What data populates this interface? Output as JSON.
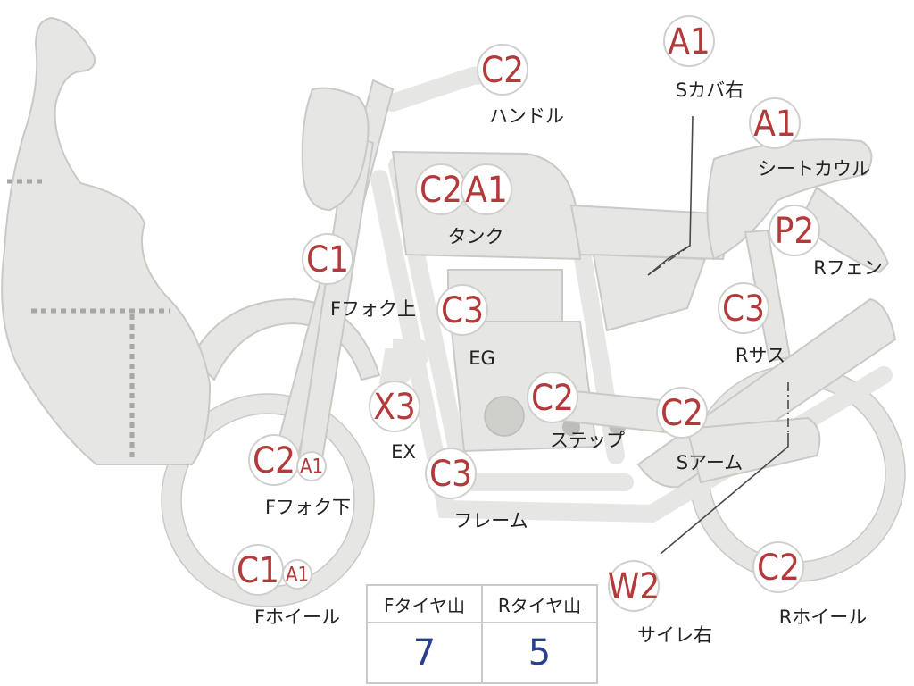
{
  "colors": {
    "grade_text": "#b23a3a",
    "tire_value": "#2b3f8f",
    "part_fill": "#e6e6e4"
  },
  "parts": [
    {
      "id": "s-cover-right",
      "grades": [
        {
          "g": "A1",
          "size": "large"
        }
      ],
      "label": "Sカバ右"
    },
    {
      "id": "handle",
      "grades": [
        {
          "g": "C2",
          "size": "large"
        }
      ],
      "label": "ハンドル"
    },
    {
      "id": "seat-cowl",
      "grades": [
        {
          "g": "A1",
          "size": "large"
        }
      ],
      "label": "シートカウル"
    },
    {
      "id": "tank",
      "grades": [
        {
          "g": "C2",
          "size": "large"
        },
        {
          "g": "A1",
          "size": "large"
        }
      ],
      "label": "タンク"
    },
    {
      "id": "r-fender",
      "grades": [
        {
          "g": "P2",
          "size": "large"
        }
      ],
      "label": "Rフェン"
    },
    {
      "id": "f-fork-upper",
      "grades": [
        {
          "g": "C1",
          "size": "large"
        }
      ],
      "label": "Fフォク上"
    },
    {
      "id": "engine",
      "grades": [
        {
          "g": "C3",
          "size": "large"
        }
      ],
      "label": "EG"
    },
    {
      "id": "r-suspension",
      "grades": [
        {
          "g": "C3",
          "size": "large"
        }
      ],
      "label": "Rサス"
    },
    {
      "id": "exhaust",
      "grades": [
        {
          "g": "X3",
          "size": "large"
        }
      ],
      "label": "EX"
    },
    {
      "id": "step",
      "grades": [
        {
          "g": "C2",
          "size": "large"
        }
      ],
      "label": "ステップ"
    },
    {
      "id": "swing-arm",
      "grades": [
        {
          "g": "C2",
          "size": "large"
        }
      ],
      "label": "Sアーム"
    },
    {
      "id": "f-fork-lower",
      "grades": [
        {
          "g": "C2",
          "size": "large"
        },
        {
          "g": "A1",
          "size": "small"
        }
      ],
      "label": "Fフォク下"
    },
    {
      "id": "frame",
      "grades": [
        {
          "g": "C3",
          "size": "large"
        }
      ],
      "label": "フレーム"
    },
    {
      "id": "f-wheel",
      "grades": [
        {
          "g": "C1",
          "size": "large"
        },
        {
          "g": "A1",
          "size": "small"
        }
      ],
      "label": "Fホイール"
    },
    {
      "id": "silencer-right",
      "grades": [
        {
          "g": "W2",
          "size": "large"
        }
      ],
      "label": "サイレ右"
    },
    {
      "id": "r-wheel",
      "grades": [
        {
          "g": "C2",
          "size": "large"
        }
      ],
      "label": "Rホイール"
    }
  ],
  "tire_table": {
    "headers": [
      "Fタイヤ山",
      "Rタイヤ山"
    ],
    "values": [
      "7",
      "5"
    ]
  }
}
